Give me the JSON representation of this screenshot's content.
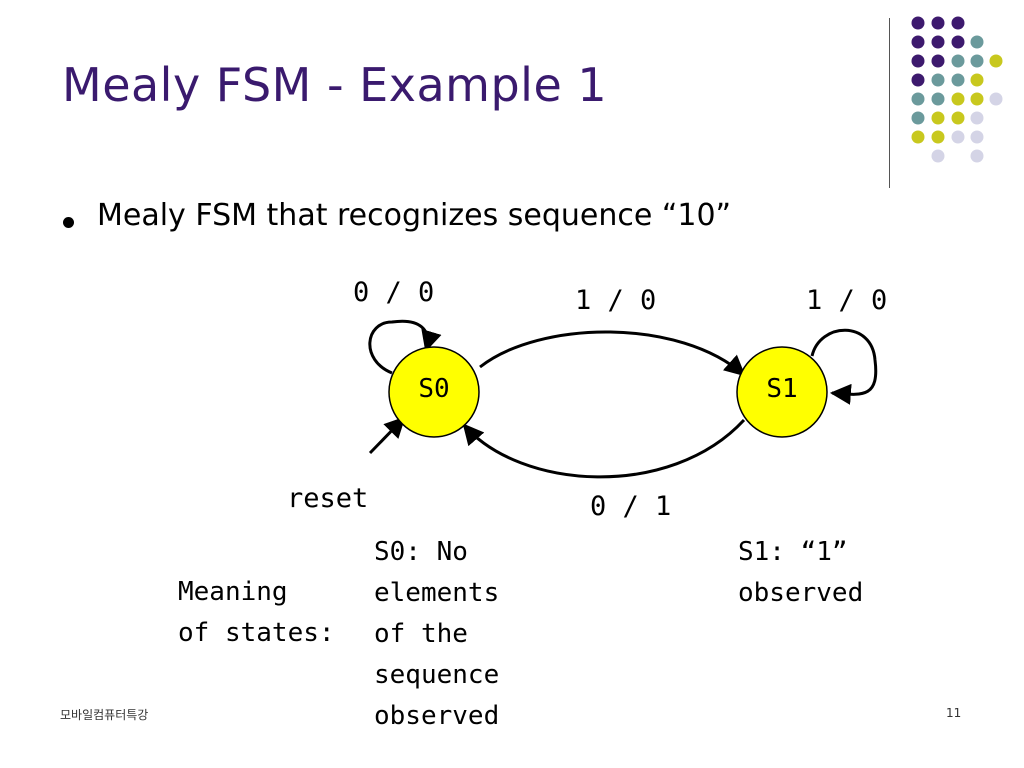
{
  "slide": {
    "title": "Mealy FSM - Example 1",
    "bullet": "Mealy FSM that recognizes sequence “10”",
    "footer_left": "모바일컴퓨터특강",
    "page_number": "11"
  },
  "diagram": {
    "states": [
      {
        "id": "S0",
        "label": "S0",
        "fill": "#ffff00"
      },
      {
        "id": "S1",
        "label": "S1",
        "fill": "#ffff00"
      }
    ],
    "transitions": [
      {
        "from": "S0",
        "to": "S0",
        "label": "0 / 0"
      },
      {
        "from": "S0",
        "to": "S1",
        "label": "1 / 0"
      },
      {
        "from": "S1",
        "to": "S1",
        "label": "1 / 0"
      },
      {
        "from": "S1",
        "to": "S0",
        "label": "0 / 1"
      }
    ],
    "reset_label": "reset",
    "meaning_label": "Meaning\nof states:",
    "s0_meaning": "S0: No\nelements\nof the\nsequence\nobserved",
    "s1_meaning": "S1: “1”\nobserved"
  },
  "theme": {
    "title_color": "#3a1a6e",
    "dot_colors": [
      "#3d1a6e",
      "#6b9a9c",
      "#c8c81e",
      "#d4d4e6"
    ]
  }
}
